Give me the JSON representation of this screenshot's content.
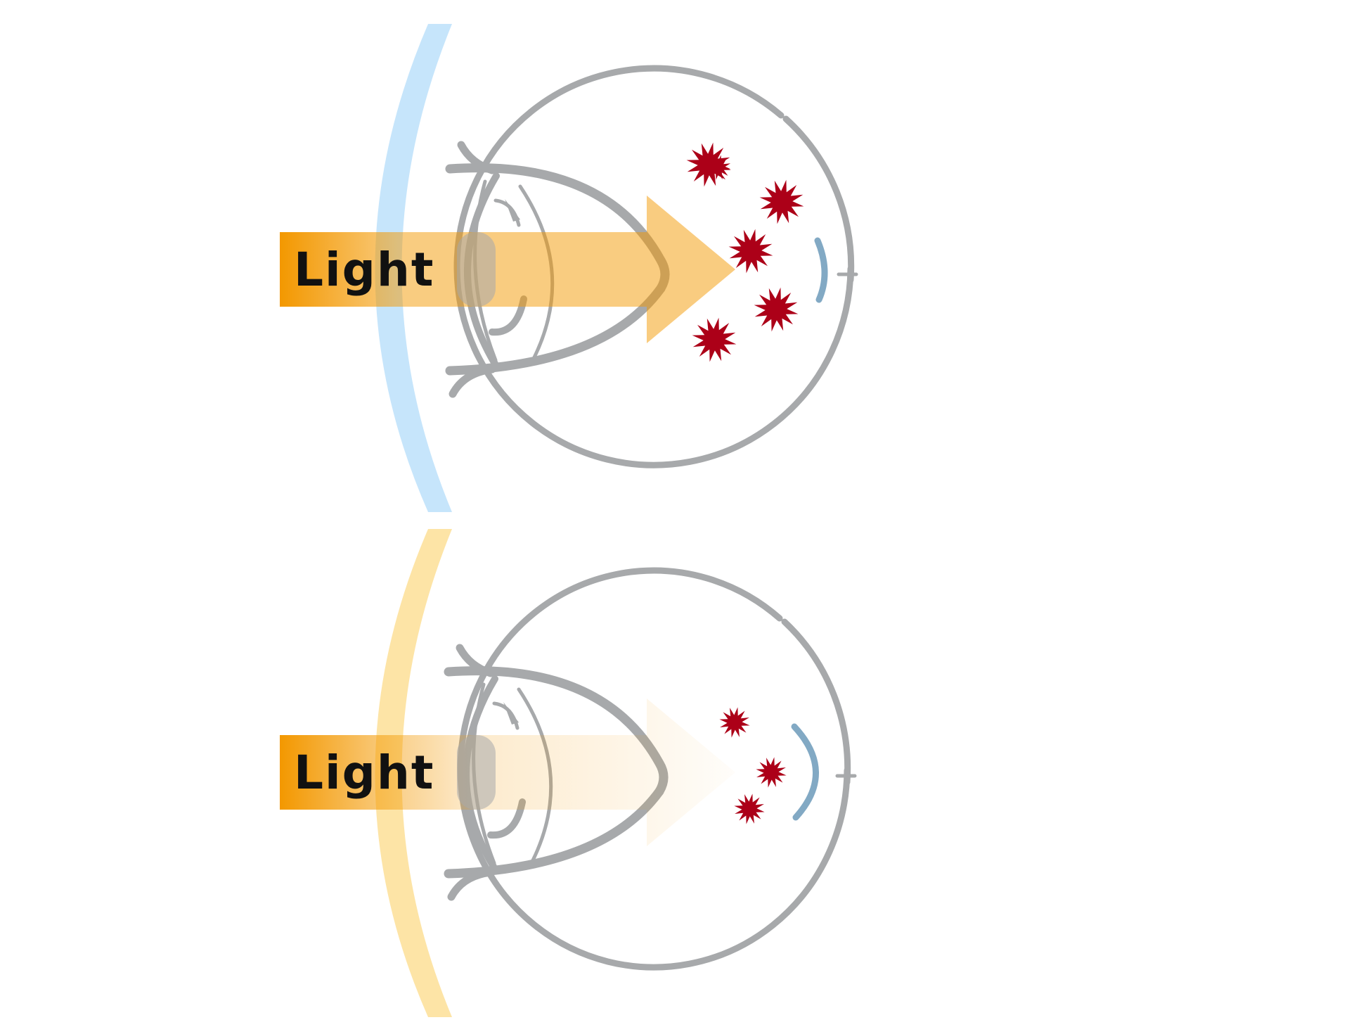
{
  "colors": {
    "eye_outline": "#a7a9ab",
    "lens_top": "#c6e5fb",
    "lens_bottom": "#fde4a6",
    "arrow": "#f39800",
    "damage": "#ac0018",
    "macula": "#82a9c4",
    "background": "#ffffff"
  },
  "panels": [
    {
      "id": "top",
      "lens": "blue",
      "label": "Light",
      "transmission": 0.85,
      "damage_marks": 6
    },
    {
      "id": "bottom",
      "lens": "yellow",
      "label": "Light",
      "transmission": 0.25,
      "damage_marks": 3
    }
  ]
}
